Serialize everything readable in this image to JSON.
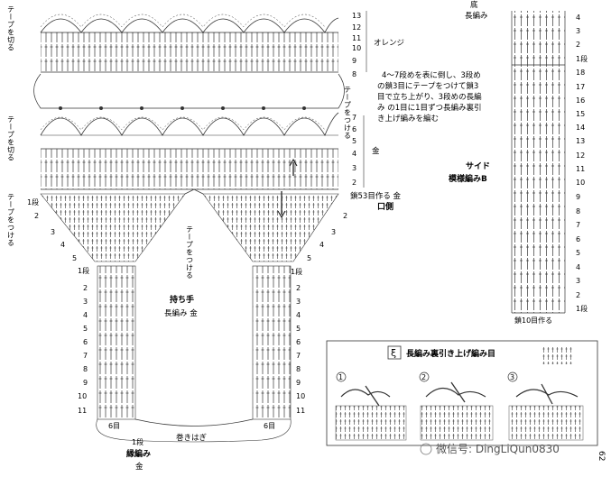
{
  "bag": {
    "top_row_numbers": [
      "13",
      "12",
      "11",
      "10",
      "9",
      "8"
    ],
    "top_label": "オレンジ",
    "upper_row_numbers": [
      "7",
      "6",
      "5",
      "4",
      "3",
      "2"
    ],
    "upper_label": "金",
    "bottom_chain": "鎖53目作る 金",
    "mouth_side": "口側",
    "tape_cut_1": "テープを切る",
    "tape_cut_2": "テープを切る",
    "tape_attach_1": "テープをつける",
    "tape_attach_2": "テープをつける",
    "tape_attach_3": "テープをつける",
    "note": [
      "4～7段めを表に倒し、3段め",
      "の鎖3目にテープをつけて鎖3",
      "目で立ち上がり、3段めの長編",
      "み の1目に1目ずつ長編み裏引",
      "き上げ編みを編む"
    ],
    "left_row_1": "1段",
    "left_rows": [
      "2",
      "3",
      "4",
      "5"
    ],
    "right_rows": [
      "2",
      "3",
      "4",
      "5"
    ],
    "right_row_1": "1段"
  },
  "handle": {
    "title": "持ち手",
    "subtitle": "長編み 金",
    "rows": [
      "2",
      "3",
      "4",
      "5",
      "6",
      "7",
      "8",
      "9",
      "10",
      "11"
    ],
    "row_1_left": "1段",
    "row_1_right": "1段",
    "row_6_left": "6目",
    "row_6_right": "6目",
    "join_label": "巻きはぎ",
    "edge_row": "1段",
    "edge_title": "縁編み",
    "edge_sub": "金"
  },
  "side": {
    "top_label": "底",
    "top_sub": "長編み",
    "rows_top": [
      "4",
      "3",
      "2",
      "1段"
    ],
    "rows_mid": [
      "18",
      "17",
      "16",
      "15",
      "14",
      "13",
      "12",
      "11",
      "10",
      "9",
      "8",
      "7",
      "6",
      "5",
      "4",
      "3",
      "2",
      "1段"
    ],
    "title": "サイド",
    "subtitle": "模様編みB",
    "chain": "鎖10目作る"
  },
  "legend": {
    "symbol": "ξ",
    "title": "長編み裏引き上げ編み目",
    "steps": [
      "1",
      "2",
      "3"
    ]
  },
  "watermark": "微信号: DingLiQun0830",
  "page_number": "62"
}
